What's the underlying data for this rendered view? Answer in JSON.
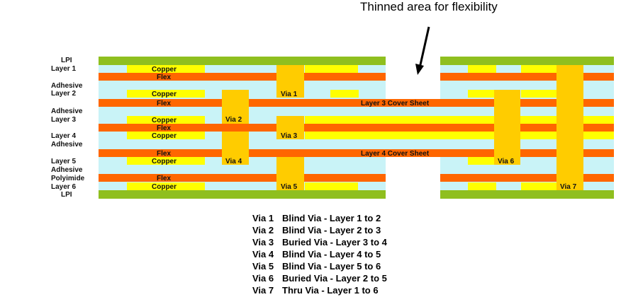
{
  "title": "Thinned area for flexibility",
  "colors": {
    "cyan": "#c9f3f7",
    "green": "#8fbf1f",
    "orange": "#ff6600",
    "yellow": "#ffff00",
    "via": "#ffcc00"
  },
  "side_labels": [
    "LPI",
    "Layer 1",
    "Adhesive",
    "Layer 2",
    "Adhesive",
    "Layer 3",
    "Layer 4",
    "Adhesive",
    "Layer 5",
    "Adhesive",
    "Polyimide",
    "Layer 6",
    "LPI"
  ],
  "layer_text": {
    "copper": "Copper",
    "flex": "Flex",
    "cover3": "Layer 3 Cover Sheet",
    "cover4": "Layer 4 Cover Sheet"
  },
  "vias": [
    "Via 1",
    "Via 2",
    "Via 3",
    "Via 4",
    "Via 5",
    "Via 6",
    "Via 7"
  ],
  "legend": [
    {
      "via": "Via 1",
      "desc": "Blind Via - Layer 1 to 2"
    },
    {
      "via": "Via 2",
      "desc": "Blind Via - Layer 2 to 3"
    },
    {
      "via": "Via 3",
      "desc": "Buried Via - Layer 3 to 4"
    },
    {
      "via": "Via 4",
      "desc": "Blind Via - Layer 4 to 5"
    },
    {
      "via": "Via 5",
      "desc": "Blind Via - Layer 5 to 6"
    },
    {
      "via": "Via 6",
      "desc": "Buried Via - Layer 2 to 5"
    },
    {
      "via": "Via 7",
      "desc": "Thru Via - Layer 1 to 6"
    }
  ]
}
